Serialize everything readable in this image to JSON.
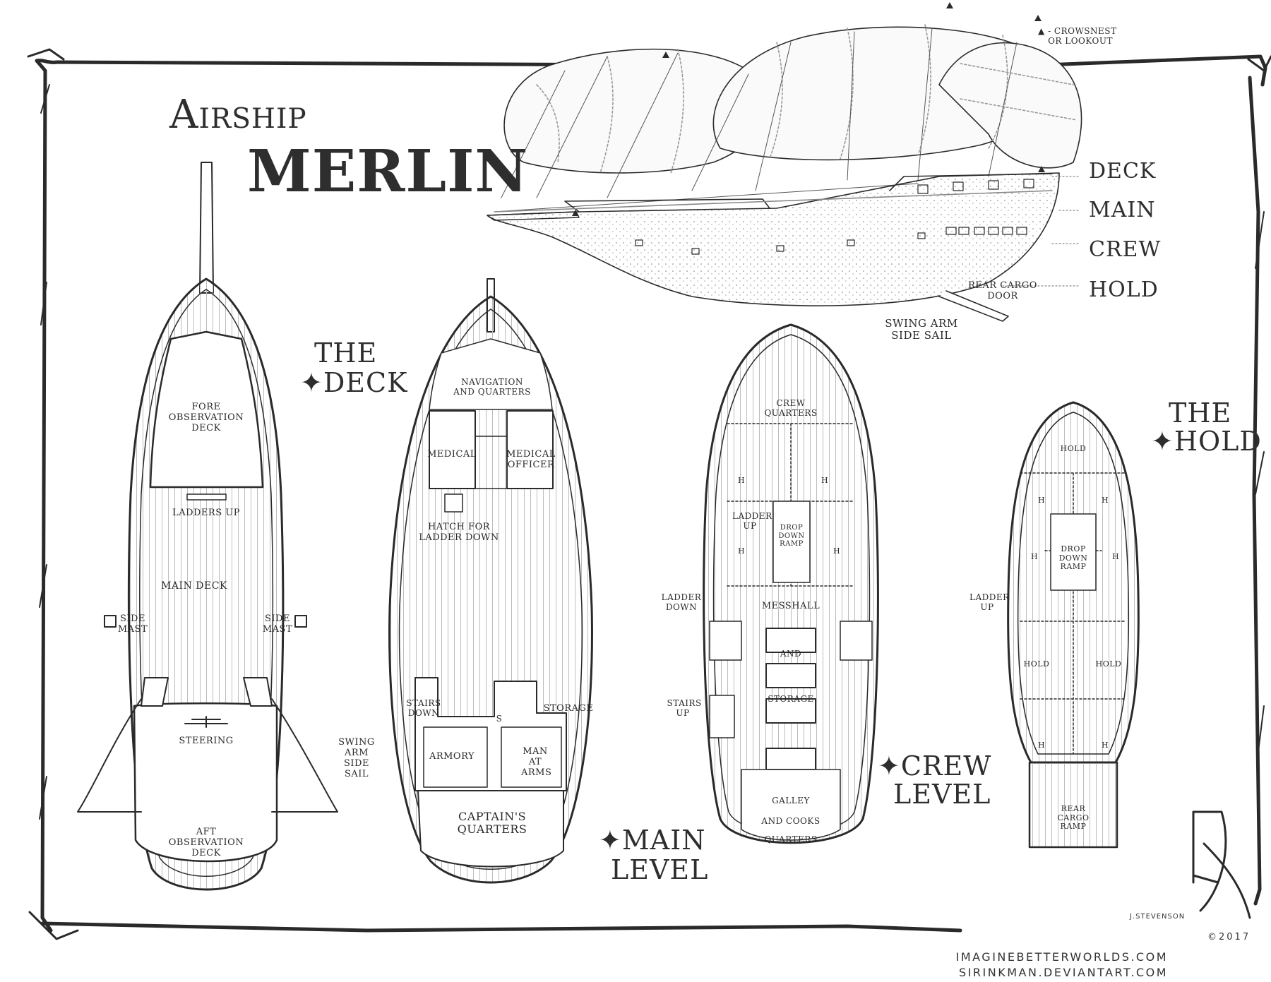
{
  "title": {
    "line1": "Airship",
    "line2": "MERLIN"
  },
  "side_view": {
    "legend_marker": "▲",
    "legend_text": "- CROWSNEST OR LOOKOUT",
    "levels": [
      "DECK",
      "MAIN",
      "CREW",
      "HOLD"
    ],
    "rear_cargo_door": "REAR CARGO DOOR",
    "swing_arm": "SWING ARM SIDE SAIL"
  },
  "deck": {
    "heading_line1": "THE",
    "heading_line2": "✦DECK",
    "fore": "FORE OBSERVATION DECK",
    "ladders_up": "LADDERS UP",
    "main_deck": "MAIN DECK",
    "side_mast_left": "SIDE MAST",
    "side_mast_right": "SIDE MAST",
    "steering": "STEERING",
    "swing_arm": "SWING ARM SIDE SAIL",
    "aft": "AFT OBSERVATION DECK"
  },
  "main_level": {
    "heading_line1": "✦MAIN",
    "heading_line2": "LEVEL",
    "navigation": "NAVIGATION AND QUARTERS",
    "medical": "MEDICAL",
    "medical_officer": "MEDICAL OFFICER",
    "hatch": "HATCH FOR LADDER DOWN",
    "stairs_down": "STAIRS DOWN",
    "s": "S",
    "storage": "STORAGE",
    "armory": "ARMORY",
    "man_at_arms": "MAN AT ARMS",
    "captains": "CAPTAIN'S QUARTERS"
  },
  "crew_level": {
    "heading_line1": "✦CREW",
    "heading_line2": "LEVEL",
    "crew_quarters": "CREW QUARTERS",
    "h": "H",
    "ladder_up": "LADDER UP",
    "drop_down_ramp": "DROP DOWN RAMP",
    "ladder_down": "LADDER DOWN",
    "messhall": "MESSHALL",
    "and": "AND",
    "storage": "STORAGE",
    "stairs_up": "STAIRS UP",
    "galley": "GALLEY",
    "and_cooks": "AND COOKS",
    "quarters": "QUARTERS"
  },
  "hold": {
    "heading_line1": "THE",
    "heading_line2": "✦HOLD",
    "hold": "HOLD",
    "h": "H",
    "drop_down_ramp": "DROP DOWN RAMP",
    "ladder_up": "LADDER UP",
    "rear_cargo_ramp": "REAR CARGO RAMP"
  },
  "credits": {
    "artist": "J.STEVENSON",
    "year": "©2017",
    "site1": "IMAGINEBETTERWORLDS.COM",
    "site2": "SIRINKMAN.DEVIANTART.COM"
  }
}
